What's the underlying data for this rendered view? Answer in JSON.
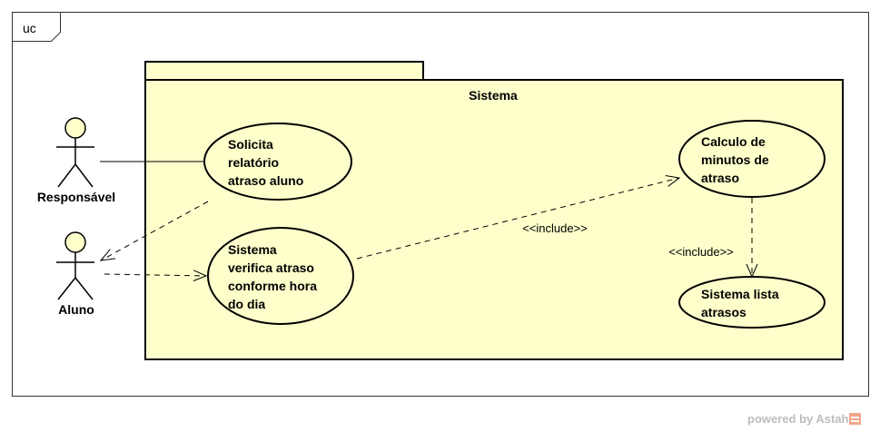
{
  "frame": {
    "tag": "uc"
  },
  "system": {
    "title": "Sistema"
  },
  "actors": [
    {
      "id": "responsavel",
      "name": "Responsável"
    },
    {
      "id": "aluno",
      "name": "Aluno"
    }
  ],
  "use_cases": [
    {
      "id": "solicita",
      "lines": [
        "Solicita",
        "relatório",
        "atraso aluno"
      ]
    },
    {
      "id": "verifica",
      "lines": [
        "Sistema",
        "verifica atraso",
        "conforme hora",
        "do dia"
      ]
    },
    {
      "id": "calculo",
      "lines": [
        "Calculo de",
        "minutos de",
        "atraso"
      ]
    },
    {
      "id": "lista",
      "lines": [
        "Sistema lista",
        "atrasos"
      ]
    }
  ],
  "relations": [
    {
      "from": "responsavel",
      "to": "solicita",
      "kind": "association",
      "label": ""
    },
    {
      "from": "solicita",
      "to": "aluno",
      "kind": "dependency",
      "label": ""
    },
    {
      "from": "aluno",
      "to": "verifica",
      "kind": "dependency",
      "label": ""
    },
    {
      "from": "verifica",
      "to": "calculo",
      "kind": "include",
      "label": "<<include>>"
    },
    {
      "from": "calculo",
      "to": "lista",
      "kind": "include",
      "label": "<<include>>"
    }
  ],
  "colors": {
    "system_fill": "#ffffcc",
    "use_case_fill": "#ffffcc",
    "actor_head_fill": "#ffffcc",
    "line": "#000000",
    "frame_border": "#333333",
    "watermark_text": "#bdbdbd",
    "watermark_logo": "#f2a58a"
  },
  "watermark": {
    "text": "powered by Astah"
  }
}
